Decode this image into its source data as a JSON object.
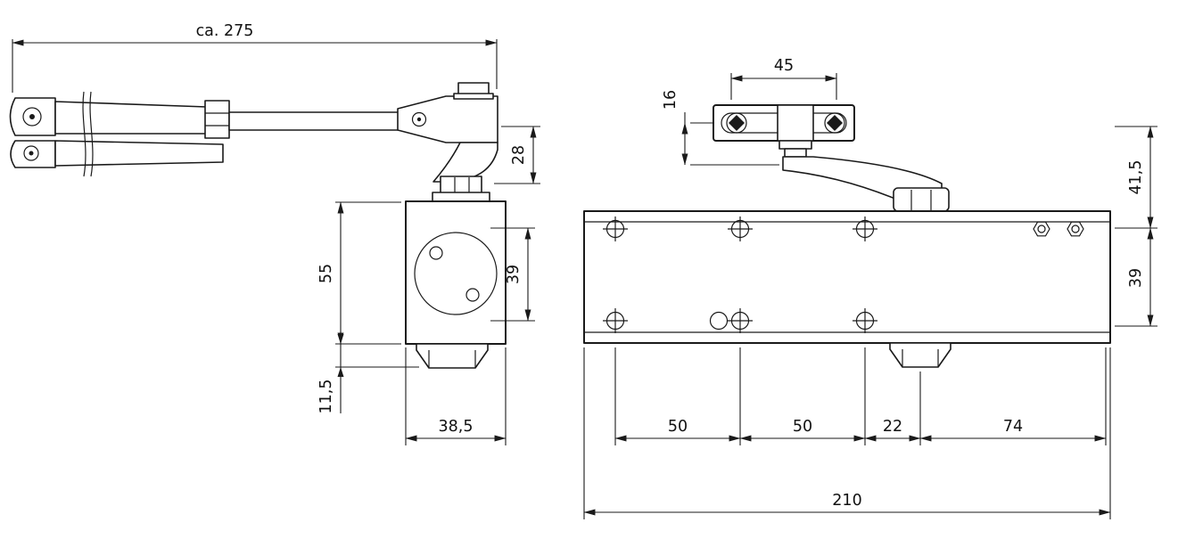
{
  "meta": {
    "title": "Door closer technical drawing, two views",
    "background": "#ffffff",
    "line_color": "#1a1a1a"
  },
  "side_view": {
    "dims": {
      "overall_length": "ca. 275",
      "arm_offset": "28",
      "body_height": "55",
      "bore": "39",
      "valve_depth": "11,5",
      "body_width": "38,5"
    }
  },
  "front_view": {
    "dims": {
      "plate_hole_spacing": "45",
      "plate_offset": "16",
      "arm_height": "41,5",
      "hole_row_spacing": "39",
      "spacing_a": "50",
      "spacing_b": "50",
      "spacing_c": "22",
      "spacing_d": "74",
      "overall_width": "210"
    }
  }
}
